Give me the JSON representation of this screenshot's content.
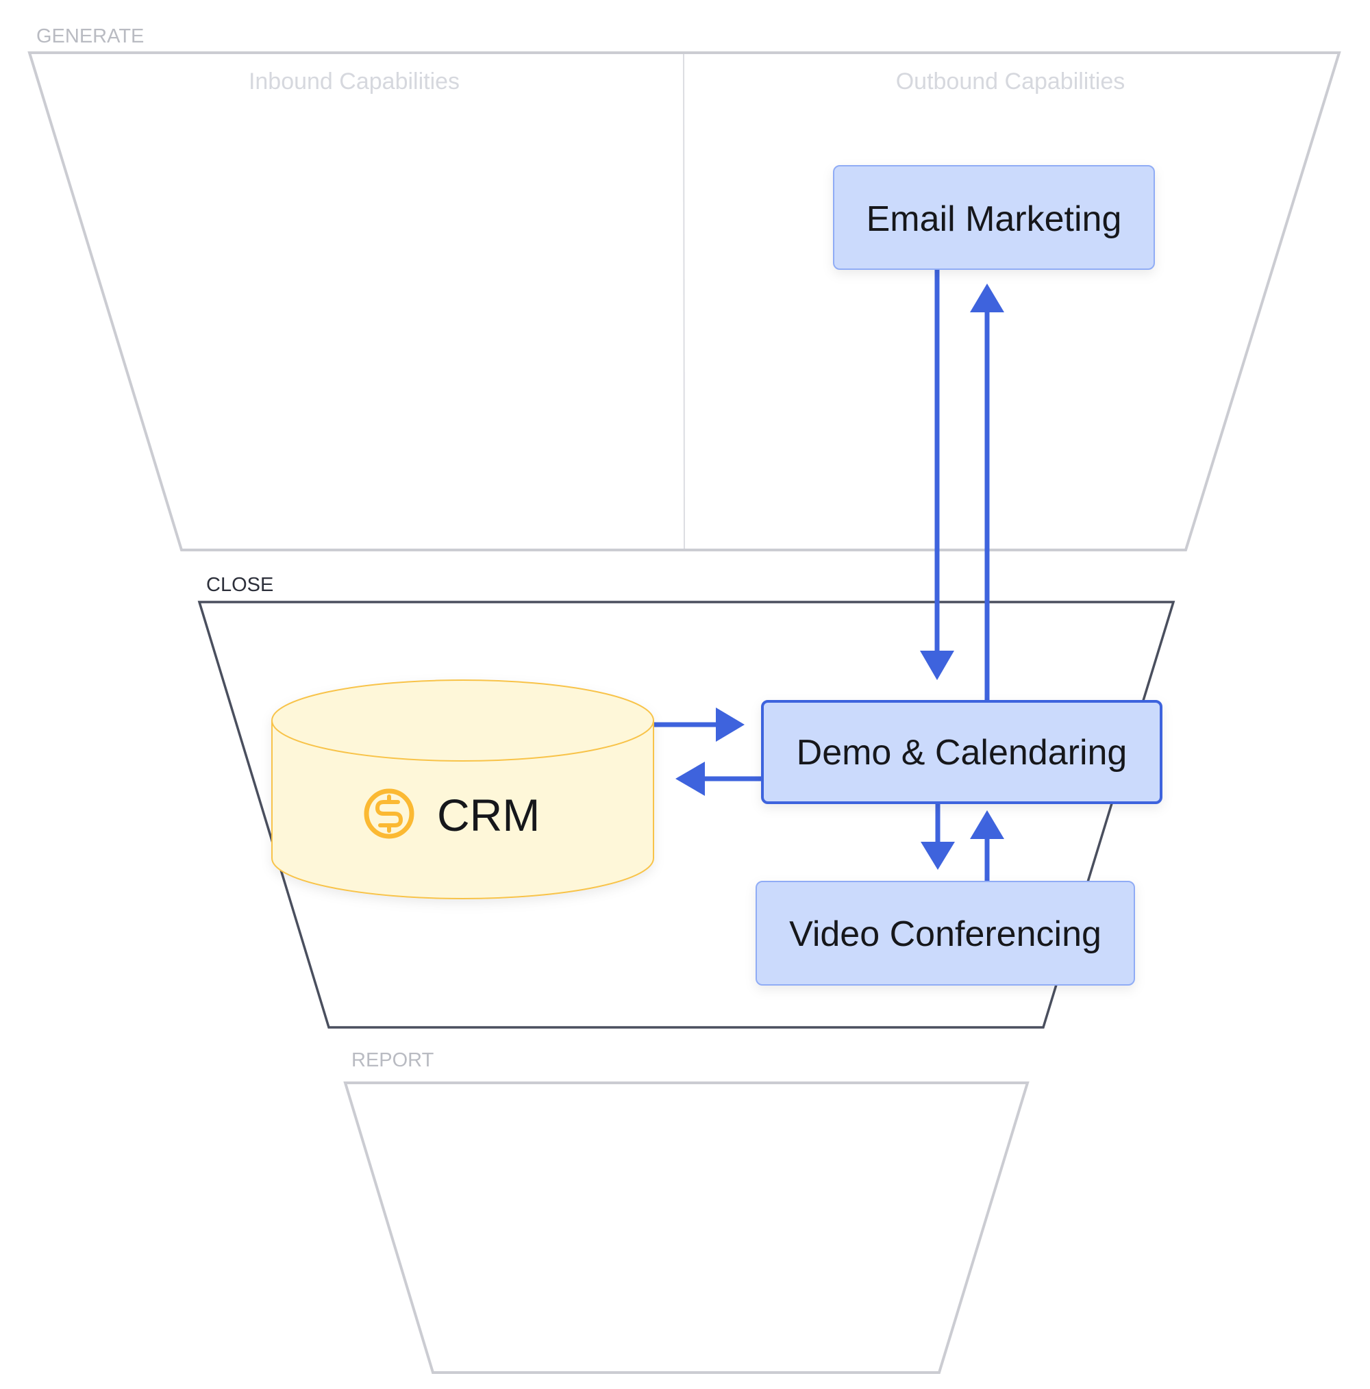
{
  "colors": {
    "stage_inactive": "#cbccd2",
    "stage_active": "#4a4f5e",
    "stage_label_inactive": "#b9bbc2",
    "stage_label_active": "#2c2f3a",
    "divider": "#dcdde2",
    "column_label": "#d6d8de",
    "arrow": "#3e63dd",
    "node_fill": "#cbdafc",
    "node_border": "#90acf5",
    "node_border_selected": "#3e63dd",
    "crm_fill": "#fef7d9",
    "crm_stroke": "#f8c348",
    "crm_icon": "#fbb933"
  },
  "stages": [
    {
      "id": "generate",
      "label": "GENERATE",
      "active": false,
      "columns": [
        {
          "label": "Inbound Capabilities"
        },
        {
          "label": "Outbound Capabilities"
        }
      ]
    },
    {
      "id": "close",
      "label": "CLOSE",
      "active": true
    },
    {
      "id": "report",
      "label": "REPORT",
      "active": false
    }
  ],
  "nodes": {
    "email_marketing": {
      "label": "Email Marketing",
      "stage": "generate",
      "column": "Outbound Capabilities",
      "selected": false
    },
    "demo_calendaring": {
      "label": "Demo & Calendaring",
      "stage": "close",
      "selected": true
    },
    "video_conferencing": {
      "label": "Video Conferencing",
      "stage": "close",
      "selected": false
    },
    "crm": {
      "label": "CRM",
      "stage": "close",
      "shape": "database",
      "icon": "dollar-coin-icon"
    }
  },
  "connections": [
    {
      "from": "email_marketing",
      "to": "demo_calendaring"
    },
    {
      "from": "demo_calendaring",
      "to": "email_marketing"
    },
    {
      "from": "crm",
      "to": "demo_calendaring"
    },
    {
      "from": "demo_calendaring",
      "to": "crm"
    },
    {
      "from": "demo_calendaring",
      "to": "video_conferencing"
    },
    {
      "from": "video_conferencing",
      "to": "demo_calendaring"
    }
  ]
}
